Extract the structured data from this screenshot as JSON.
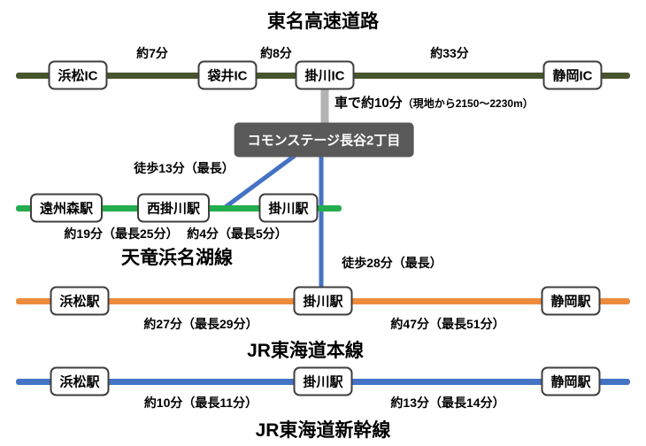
{
  "tomei": {
    "title": "東名高速道路",
    "stations": [
      "浜松IC",
      "袋井IC",
      "掛川IC",
      "静岡IC"
    ],
    "times": [
      "約7分",
      "約8分",
      "約33分"
    ]
  },
  "access": {
    "car_time": "車で約10分",
    "car_distance": "（現地から2150〜2230m）",
    "property": "コモンステージ長谷2丁目",
    "walk_tenryu": "徒歩13分（最長）",
    "walk_jr": "徒歩28分（最長）"
  },
  "tenryu": {
    "title": "天竜浜名湖線",
    "stations": [
      "遠州森駅",
      "西掛川駅",
      "掛川駅"
    ],
    "times": [
      "約19分（最長25分）",
      "約4分（最長5分）"
    ]
  },
  "jr_main": {
    "title": "JR東海道本線",
    "stations": [
      "浜松駅",
      "掛川駅",
      "静岡駅"
    ],
    "times": [
      "約27分（最長29分）",
      "約47分（最長51分）"
    ]
  },
  "shinkansen": {
    "title": "JR東海道新幹線",
    "stations": [
      "浜松駅",
      "掛川駅",
      "静岡駅"
    ],
    "times": [
      "約10分（最長11分）",
      "約13分（最長14分）"
    ]
  },
  "colors": {
    "tomei_line": "#47552d",
    "tenryu_line": "#23ad4e",
    "jr_main_line": "#ed8c3d",
    "shinkansen_line": "#4472c4",
    "car_connector": "#b3b3b3",
    "walk_connector": "#4472c4",
    "property_box": "#595959"
  }
}
